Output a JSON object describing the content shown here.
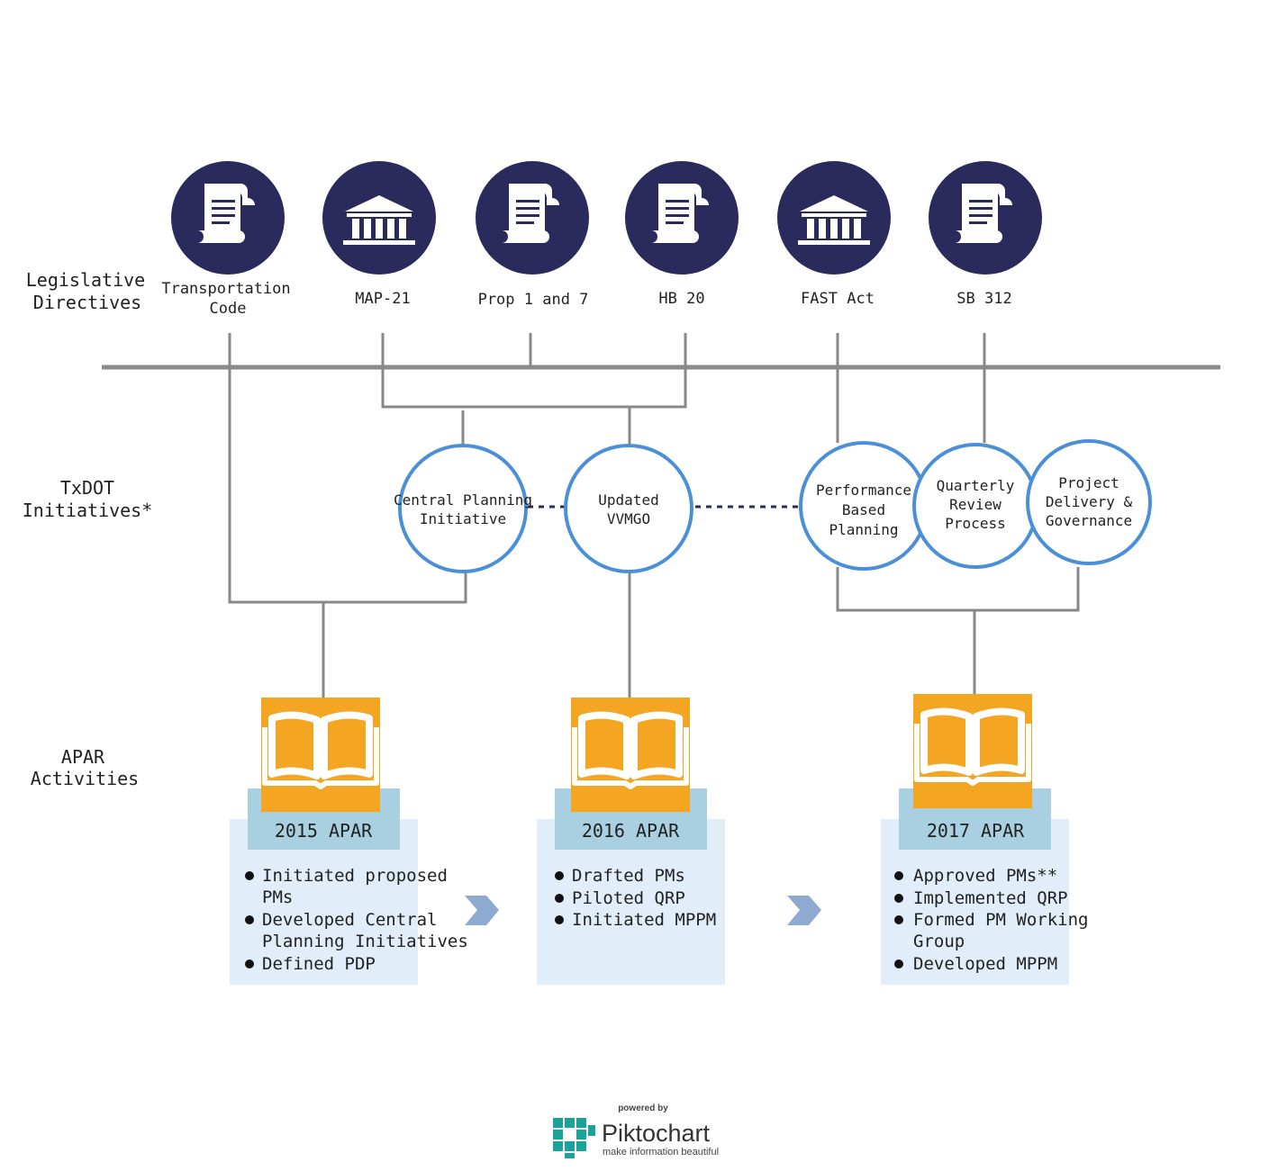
{
  "rows": {
    "legislative": [
      "Legislative",
      "Directives"
    ],
    "txdot": [
      "TxDOT",
      "Initiatives*"
    ],
    "apar": [
      "APAR",
      "Activities"
    ]
  },
  "directives": [
    {
      "lines": [
        "Transportation",
        "Code"
      ],
      "icon": "scroll-icon"
    },
    {
      "lines": [
        "MAP-21"
      ],
      "icon": "government-building-icon"
    },
    {
      "lines": [
        "Prop 1 and 7"
      ],
      "icon": "scroll-icon"
    },
    {
      "lines": [
        "HB 20"
      ],
      "icon": "scroll-icon"
    },
    {
      "lines": [
        "FAST Act"
      ],
      "icon": "government-building-icon"
    },
    {
      "lines": [
        "SB 312"
      ],
      "icon": "scroll-icon"
    }
  ],
  "initiatives": [
    {
      "lines": [
        "Central Planning",
        "Initiative"
      ]
    },
    {
      "lines": [
        "Updated",
        "VVMGO"
      ]
    },
    {
      "lines": [
        "Performance",
        "Based",
        "Planning"
      ]
    },
    {
      "lines": [
        "Quarterly",
        "Review",
        "Process"
      ]
    },
    {
      "lines": [
        "Project",
        "Delivery &",
        "Governance"
      ]
    }
  ],
  "apars": [
    {
      "title": "2015 APAR",
      "icon": "open-book-icon",
      "items": [
        "Initiated proposed PMs",
        "Developed Central Planning Initiatives",
        "Defined PDP"
      ],
      "lines": [
        "Initiated proposed",
        "PMs",
        "Developed Central",
        "Planning Initiatives",
        "Defined PDP"
      ]
    },
    {
      "title": "2016 APAR",
      "icon": "open-book-icon",
      "items": [
        "Drafted PMs",
        "Piloted QRP",
        "Initiated MPPM"
      ],
      "lines": [
        "Drafted PMs",
        "Piloted QRP",
        "Initiated MPPM"
      ]
    },
    {
      "title": "2017 APAR",
      "icon": "open-book-icon",
      "items": [
        "Approved PMs**",
        "Implemented QRP",
        "Formed PM Working Group",
        "Developed MPPM"
      ],
      "lines": [
        "Approved PMs**",
        "Implemented QRP",
        "Formed PM Working",
        "Group",
        "Developed MPPM"
      ]
    }
  ],
  "footer": {
    "powered_by": "powered by",
    "brand": "Piktochart",
    "tagline": "make information beautiful"
  },
  "colors": {
    "directive_fill": "#2b2a5c",
    "initiative_stroke": "#4a8fd8",
    "apar_icon_tile": "#f4a522",
    "apar_title_band": "#a8d0e0",
    "apar_card": "#e1edf8",
    "connector": "#888888",
    "chevron": "#8faad1",
    "brand_teal": "#1aa39a"
  }
}
